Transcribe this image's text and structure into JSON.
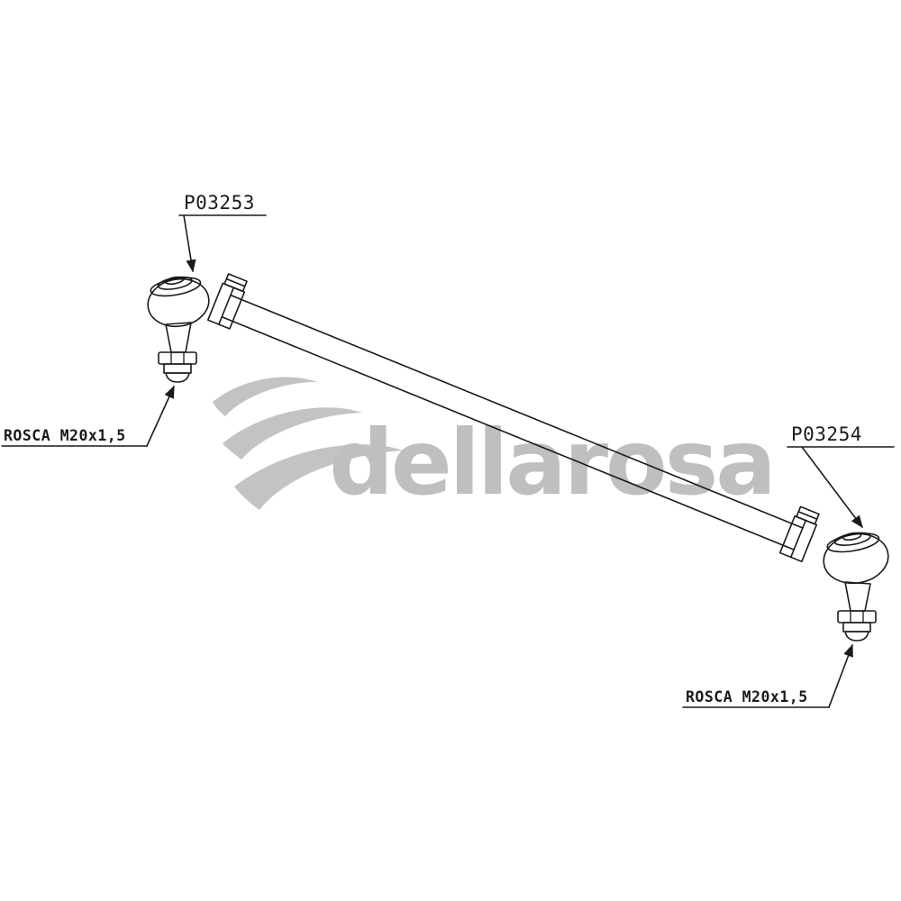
{
  "watermark": {
    "text": "dellarosa",
    "color": "#bfbfbf",
    "logo_color": "#c3c3c3"
  },
  "diagram": {
    "line_color": "#1a1a1a",
    "callouts": {
      "left_part_number": "P03253",
      "right_part_number": "P03254",
      "left_thread_spec": "ROSCA M20x1,5",
      "right_thread_spec": "ROSCA M20x1,5"
    }
  }
}
